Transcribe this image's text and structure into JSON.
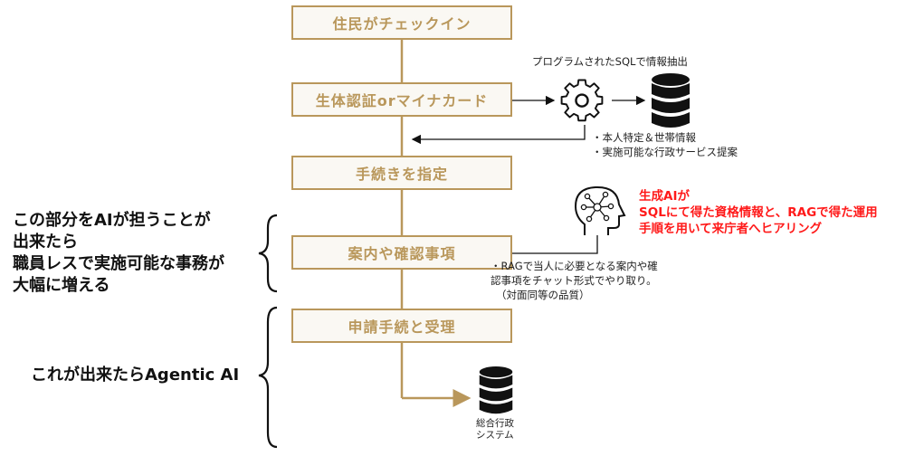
{
  "flow": {
    "step1": "住民がチェックイン",
    "step2": "生体認証orマイナカード",
    "step3": "手続きを指定",
    "step4": "案内や確認事項",
    "step5": "申請手続と受理"
  },
  "sql_caption": "プログラムされたSQLで情報抽出",
  "sql_results": {
    "line1": "・本人特定＆世帯情報",
    "line2": "・実施可能な行政サービス提案"
  },
  "ai_note": {
    "line1": "生成AIが",
    "line2": "SQLにて得た資格情報と、RAGで得た運用",
    "line3": "手順を用いて来庁者へヒアリング"
  },
  "rag_note": {
    "line1": "・RAGで当人に必要となる案内や確",
    "line2": "認事項をチャット形式でやり取り。",
    "line3": "（対面同等の品質）"
  },
  "left_note1": {
    "line1": "この部分をAIが担うことが",
    "line2": "出来たら",
    "line3": "職員レスで実施可能な事務が",
    "line4": "大幅に増える"
  },
  "left_note2": "これが出来たらAgentic AI",
  "system_label": {
    "line1": "総合行政",
    "line2": "システム"
  },
  "colors": {
    "accent": "#b9975b",
    "red": "#ff1a1a"
  },
  "icons": [
    "gear-icon",
    "database-icon",
    "ai-head-icon",
    "database-icon"
  ]
}
